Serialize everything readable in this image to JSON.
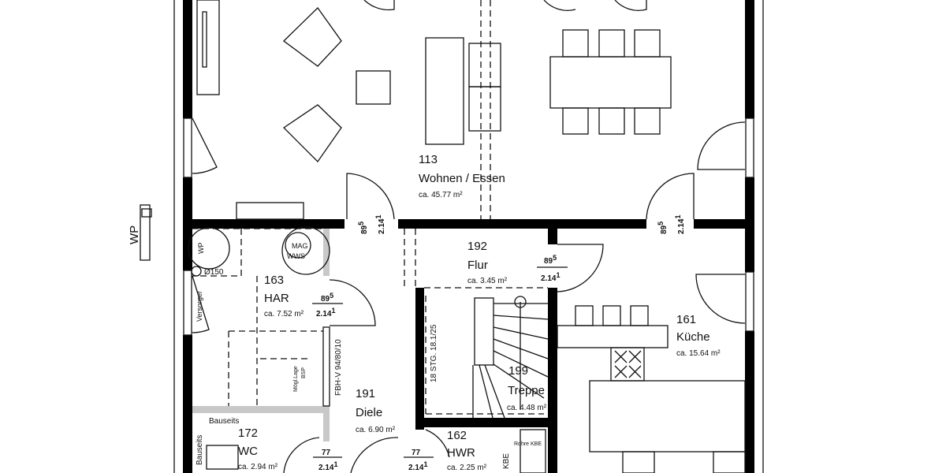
{
  "rooms": [
    {
      "number": "113",
      "name": "Wohnen / Essen",
      "area": "ca. 45.77 m²"
    },
    {
      "number": "192",
      "name": "Flur",
      "area": "ca. 3.45 m²"
    },
    {
      "number": "163",
      "name": "HAR",
      "area": "ca. 7.52 m²"
    },
    {
      "number": "161",
      "name": "Küche",
      "area": "ca. 15.64 m²"
    },
    {
      "number": "191",
      "name": "Diele",
      "area": "ca. 6.90 m²"
    },
    {
      "number": "199",
      "name": "Treppe",
      "area": "ca. 4.48 m²"
    },
    {
      "number": "172",
      "name": "WC",
      "area": "ca. 2.94 m²"
    },
    {
      "number": "162",
      "name": "HWR",
      "area": "ca. 2.25 m²"
    }
  ],
  "doors": [
    {
      "width": "89",
      "width_sup": "5",
      "height": "2.14",
      "height_sup": "1"
    },
    {
      "width": "89",
      "width_sup": "5",
      "height": "2.14",
      "height_sup": "1"
    },
    {
      "width": "89",
      "width_sup": "5",
      "height": "2.14",
      "height_sup": "1"
    },
    {
      "width": "89",
      "width_sup": "5",
      "height": "2.14",
      "height_sup": "1"
    },
    {
      "width": "77",
      "height": "2.14",
      "height_sup": "1"
    },
    {
      "width": "77",
      "height": "2.14",
      "height_sup": "1"
    }
  ],
  "labels": {
    "wp_outside": "WP",
    "wp": "WP",
    "mag": "MAG",
    "wws": "WWS",
    "pipe": "Ø150",
    "versorgung": "Versorger",
    "fbh": "FBH-V 94/80/10",
    "moegl_lage": "Mögl.Lage",
    "bsp": "BSP",
    "stairs": "18 STG. 18.1/25",
    "bauseits_top": "Bauseits",
    "bauseits_side": "Bauseits",
    "kbe": "KBE",
    "rohre_kbe": "Rohre KBE"
  }
}
